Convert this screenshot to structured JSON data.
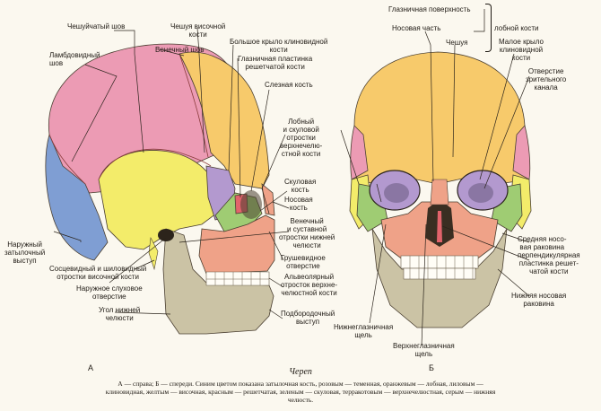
{
  "labels": {
    "cheshuychaty_shov": "Чешуйчатый шов",
    "cheshuya_visochnoy": "Чешуя височной\nкости",
    "lambdovidny_shov": "Ламбдовидный\nшов",
    "vencheny_shov": "Венечный шов",
    "bolshoe_krylo": "Большое крыло клиновидной\nкости",
    "glaznichnaya_plastinka": "Глазничная пластинка\nрешетчатой кости",
    "sleznaya_kost": "Слезная кость",
    "lobny_skulovoy": "Лобный\nи скуловой\nотростки\nверхнечелю-\nстной кости",
    "skulovaya_kost": "Скуловая\nкость",
    "nosovaya_kost": "Носовая\nкость",
    "venechny_sustavnoy": "Венечный\nи суставной\nотростки нижней\nчелюсти",
    "grushevidnoe": "Грушевидное\nотверстие",
    "alveolyarny": "Альвеолярный\nотросток верхне-\nчелюстной кости",
    "podborodochny": "Подбородочный\nвыступ",
    "ugol_nizhney": "Угол нижней\nчелюсти",
    "naruzhnoe_sluhovoe": "Наружное слуховое\nотверстие",
    "soscevidny": "Сосцевидный и шиловидный\nотростки височной кости",
    "naruzhny_zatylochny": "Наружный\nзатылочный\nвыступ",
    "glaznichnaya_poverhnost": "Глазничная поверхность",
    "nosovaya_chast": "Носовая часть",
    "cheshuya": "Чешуя",
    "lobnoy_kosti": "лобной кости",
    "maloe_krylo": "Малое крыло\nклиновидной\nкости",
    "otverstie_zritelnogo": "Отверстие\nзрительного\nканала",
    "srednyaya_nosovaya": "Средняя носо-\nвая раковина",
    "perpendikulyarnaya": "перпендикулярная\nпластинка решет-\nчатой кости",
    "nizhnyaya_nosovaya": "Нижняя носовая\nраковина",
    "nizhneglaznichnaya": "Нижнеглазничная\nщель",
    "verhneglaznichnaya": "Верхнеглазничная\nщель"
  },
  "view_marks": {
    "left": "А",
    "right": "Б"
  },
  "title": "Череп",
  "caption": "А — справа; Б — спереди. Синим цветом показана затылочная кость, розовым — теменная, оранжевым — лобная, лиловым — клиновидная, желтым — височная, красным — решетчатая, зеленым — скуловая, терракотовым — верхнечелюстная, серым — нижняя челюсть.",
  "colors": {
    "occipital": "#7f9ed3",
    "parietal": "#ec9bb4",
    "frontal": "#f7ca6b",
    "sphenoid": "#b399cf",
    "temporal": "#f3ec6a",
    "ethmoid": "#e2636b",
    "zygomatic": "#9fcc73",
    "maxilla": "#efa288",
    "mandible": "#cbc3a5",
    "background": "#fbf8ef"
  }
}
